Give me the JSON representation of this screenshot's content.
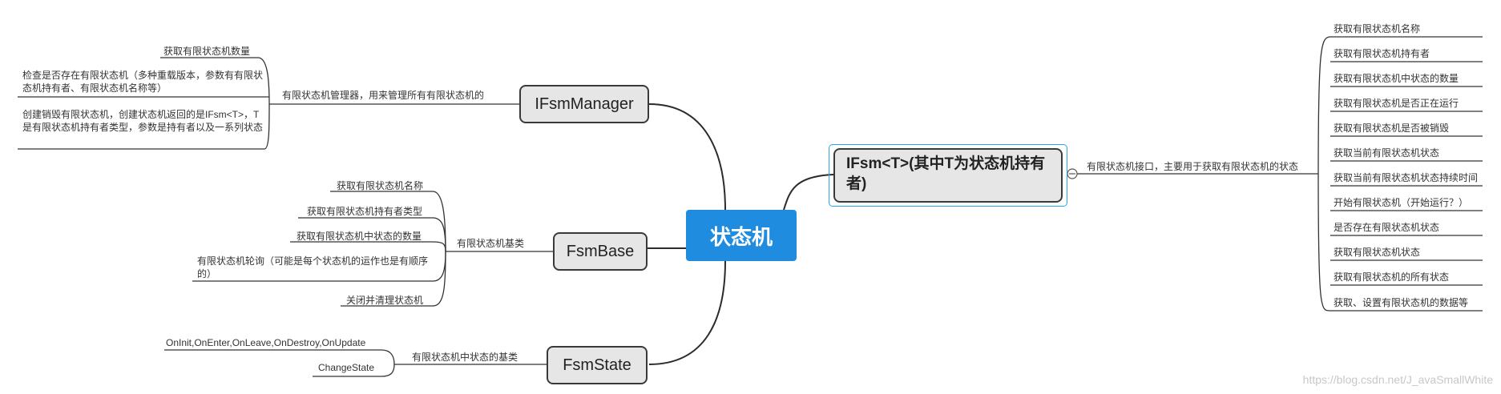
{
  "center": "状态机",
  "ifsm_manager": {
    "title": "IFsmManager",
    "branch_label": "有限状态机管理器，用来管理所有有限状态机的",
    "items": [
      "获取有限状态机数量",
      "检查是否存在有限状态机（多种重载版本，参数有有限状态机持有者、有限状态机名称等）",
      "创建销毁有限状态机，创建状态机返回的是IFsm<T>，T是有限状态机持有者类型，参数是持有者以及一系列状态"
    ]
  },
  "fsm_base": {
    "title": "FsmBase",
    "branch_label": "有限状态机基类",
    "items": [
      "获取有限状态机名称",
      "获取有限状态机持有者类型",
      "获取有限状态机中状态的数量",
      "有限状态机轮询（可能是每个状态机的运作也是有顺序的）",
      "关闭并清理状态机"
    ]
  },
  "fsm_state": {
    "title": "FsmState",
    "branch_label": "有限状态机中状态的基类",
    "items": [
      "OnInit,OnEnter,OnLeave,OnDestroy,OnUpdate",
      "ChangeState"
    ]
  },
  "ifsm": {
    "title": "IFsm<T>(其中T为状态机持有者)",
    "branch_label": "有限状态机接口，主要用于获取有限状态机的状态",
    "items": [
      "获取有限状态机名称",
      "获取有限状态机持有者",
      "获取有限状态机中状态的数量",
      "获取有限状态机是否正在运行",
      "获取有限状态机是否被销毁",
      "获取当前有限状态机状态",
      "获取当前有限状态机状态持续时间",
      "开始有限状态机（开始运行？）",
      "是否存在有限状态机状态",
      "获取有限状态机状态",
      "获取有限状态机的所有状态",
      "获取、设置有限状态机的数据等"
    ]
  },
  "watermark": "https://blog.csdn.net/J_avaSmallWhite"
}
